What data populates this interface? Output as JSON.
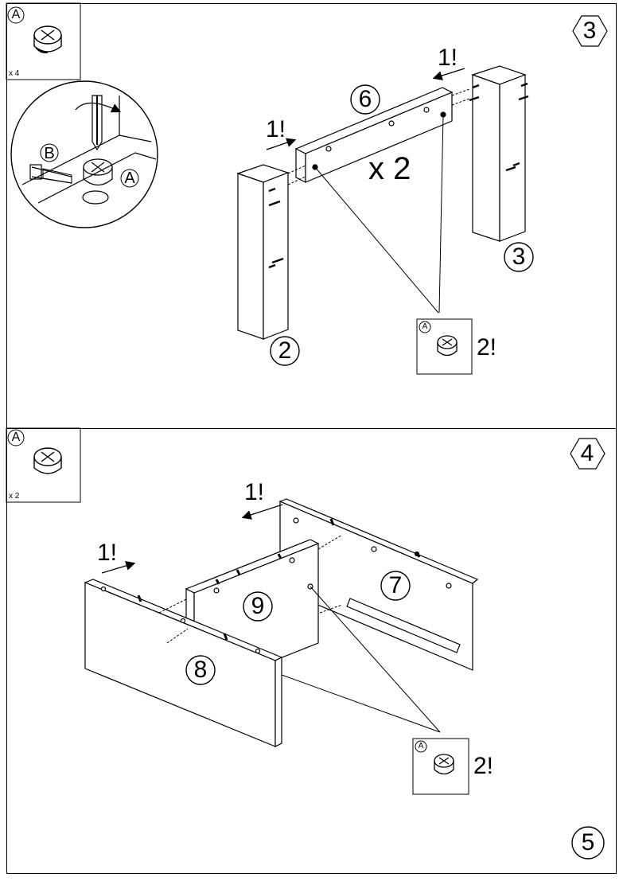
{
  "step3": {
    "step_number": "3",
    "hardware_box": {
      "letter": "A",
      "qty": "x 4"
    },
    "detail": {
      "part_b": "B",
      "part_a": "A"
    },
    "parts": {
      "beam": "6",
      "leg_left": "2",
      "leg_right": "3"
    },
    "multiplier": "x 2",
    "callouts": {
      "left_arrow": "1!",
      "right_arrow": "1!",
      "cam_hint": "2!",
      "cam_letter": "A"
    }
  },
  "step4": {
    "step_number": "4",
    "hardware_box": {
      "letter": "A",
      "qty": "x 2"
    },
    "parts": {
      "front_panel": "8",
      "inner_panel": "9",
      "back_panel": "7"
    },
    "callouts": {
      "arrow_top": "1!",
      "arrow_left": "1!",
      "cam_hint": "2!",
      "cam_letter": "A"
    },
    "next_step": "5"
  }
}
